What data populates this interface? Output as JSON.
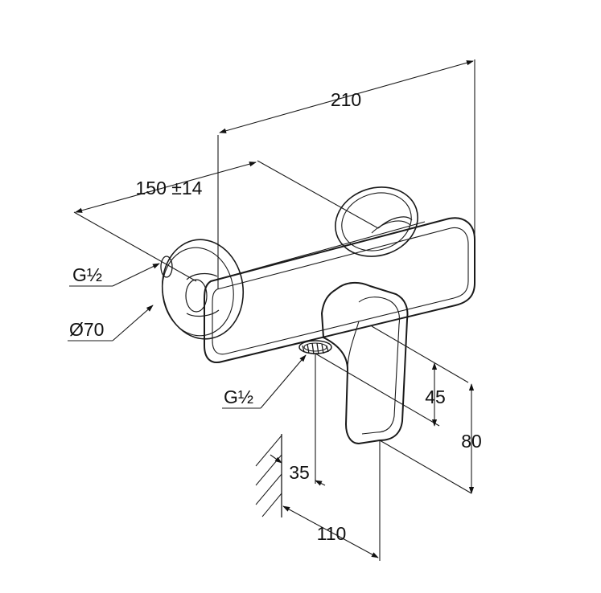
{
  "drawing": {
    "dimensions": {
      "total_width": "210",
      "wall_centers": "150 ±14",
      "thread_left": "G½",
      "rosette_diameter": "Ø70",
      "thread_outlet": "G½",
      "lever_height": "45",
      "body_height": "80",
      "wall_offset": "35",
      "projection": "110"
    }
  }
}
